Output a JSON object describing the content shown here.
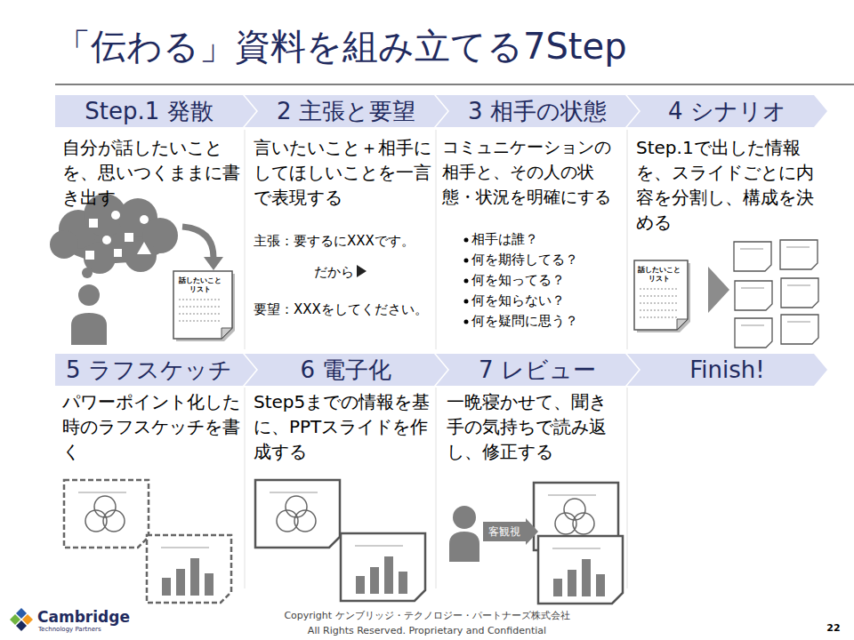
{
  "diagram": {
    "title": "「伝わる」資料を組み立てる7Step",
    "nodes": [
      {
        "text": [
          "Step.1 発散",
          "自分が話したいことを、思いつくままに書き出す"
        ]
      },
      {
        "text": [
          "話したいこと リスト"
        ],
        "in": 0
      },
      {
        "text": [
          "2 主張と要望",
          "言いたいこと＋相手にしてほしいことを一言で表現する",
          "主張：要するにXXXです。",
          "だから",
          "要望：XXXをしてください。"
        ]
      },
      {
        "text": [
          "3 相手の状態",
          "コミュニケーションの相手と、その人の状態・状況を明確にする",
          "相手は誰？",
          "何を期待してる？",
          "何を知ってる？",
          "何を知らない？",
          "何を疑問に思う？"
        ]
      },
      {
        "text": [
          "4 シナリオ",
          "Step.1で出した情報を、スライドごとに内容を分割し、構成を決める"
        ]
      },
      {
        "text": [
          "話したいこと リスト"
        ],
        "in": 4
      },
      {
        "text": [
          "5 ラフスケッチ",
          "パワーポイント化した時のラフスケッチを書く"
        ]
      },
      {
        "text": [
          "6 電子化",
          "Step5までの情報を基に、PPTスライドを作成する"
        ]
      },
      {
        "text": [
          "7 レビュー",
          "一晩寝かせて、聞き手の気持ちで読み返し、修正する"
        ]
      },
      {
        "text": [
          "客観視"
        ],
        "in": 8
      },
      {
        "text": [
          "Finish!"
        ]
      }
    ],
    "labels": [
      "Cambridge",
      "Technology Partners",
      "Copyright ケンブリッジ・テクノロジー・パートナーズ株式会社",
      "All Rights Reserved. Proprietary and Confidential",
      "22"
    ]
  }
}
